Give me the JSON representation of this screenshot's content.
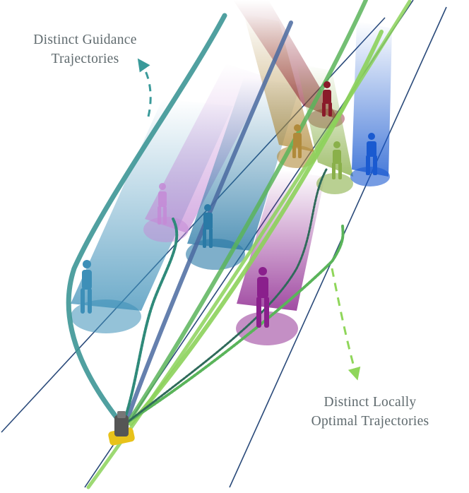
{
  "annotations": {
    "guidance": {
      "line1": "Distinct Guidance",
      "line2": "Trajectories",
      "arrow_color": "#3a9a9a"
    },
    "local": {
      "line1": "Distinct Locally",
      "line2": "Optimal Trajectories",
      "arrow_color": "#8fd65a"
    }
  },
  "colors": {
    "corridor_lines": "#2a4a7a",
    "guidance_teal": "#3d9696",
    "guidance_blue": "#4a6aa0",
    "local_green_light": "#8cd25a",
    "local_green_mid": "#5ab45a",
    "local_teal": "#2f8a7a",
    "robot_body": "#555555",
    "robot_base": "#e8c21a"
  },
  "pedestrians": [
    {
      "name": "pedestrian-blue-left",
      "color": "#3d8fb8"
    },
    {
      "name": "pedestrian-pink",
      "color": "#c48ad6"
    },
    {
      "name": "pedestrian-teal-center",
      "color": "#2a7aa6"
    },
    {
      "name": "pedestrian-purple",
      "color": "#8a1f8c"
    },
    {
      "name": "pedestrian-orange",
      "color": "#b08a3a"
    },
    {
      "name": "pedestrian-darkred",
      "color": "#8a1a2a"
    },
    {
      "name": "pedestrian-olive",
      "color": "#8ab04a"
    },
    {
      "name": "pedestrian-blue-right",
      "color": "#1a5ad0"
    }
  ]
}
